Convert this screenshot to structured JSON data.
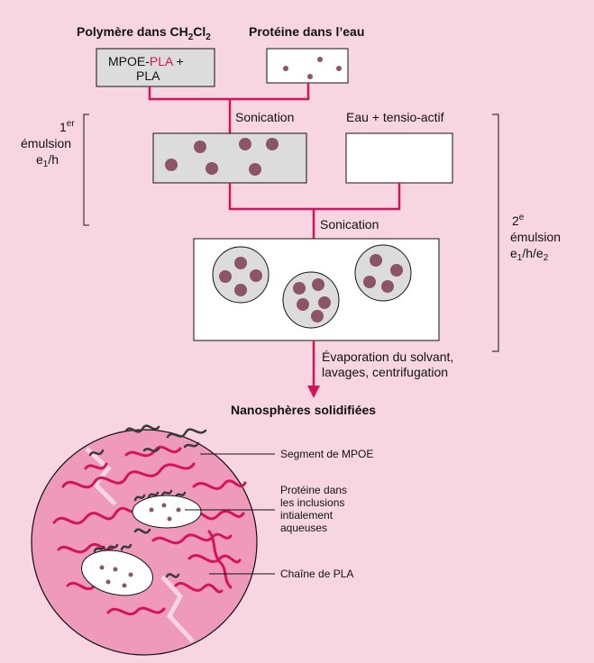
{
  "headers": {
    "polymer_prefix": "Polymère dans CH",
    "polymer_sub1": "2",
    "polymer_mid": "Cl",
    "polymer_sub2": "2",
    "protein": "Protéine dans l’eau"
  },
  "boxes": {
    "polymer_line1_a": "MPOE-",
    "polymer_line1_b": "PLA",
    "polymer_line1_c": " +",
    "polymer_line2": "PLA",
    "water_surfactant": "Eau + tensio-actif"
  },
  "steps": {
    "sonication_1": "Sonication",
    "sonication_2": "Sonication",
    "evaporation_line1": "Évaporation du solvant,",
    "evaporation_line2": "lavages, centrifugation"
  },
  "emulsions": {
    "first": {
      "number": "1",
      "sup": "er",
      "word": "émulsion",
      "formula_a": "e",
      "formula_sub": "1",
      "formula_b": "/h"
    },
    "second": {
      "number": "2",
      "sup": "e",
      "word": "émulsion",
      "formula_a": "e",
      "formula_sub1": "1",
      "formula_b": "/h/e",
      "formula_sub2": "2"
    }
  },
  "result": {
    "title": "Nanosphères solidifiées"
  },
  "legend": {
    "mpoe": "Segment de MPOE",
    "protein_line1": "Protéine dans",
    "protein_line2": "les inclusions",
    "protein_line3": "intialement",
    "protein_line4": "aqueuses",
    "pla": "Chaîne de PLA"
  },
  "colors": {
    "background": "#f7d6e2",
    "accent_magenta": "#d4145a",
    "droplet": "#8c5566",
    "box_gray": "#dcdcdc",
    "sphere_pink": "#ef99bb",
    "mpoe_dark": "#3a3a3a"
  }
}
